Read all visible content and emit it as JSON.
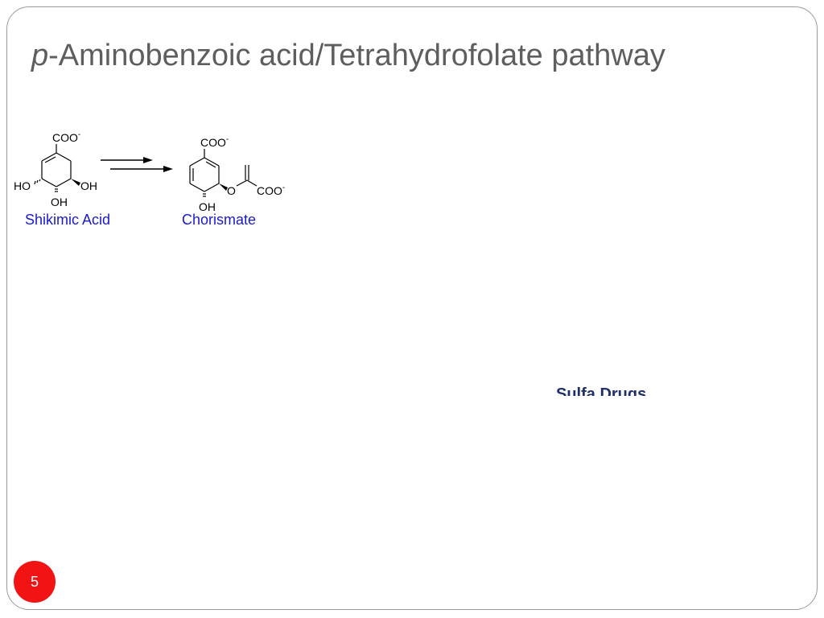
{
  "slide": {
    "title_italic": "p",
    "title_rest": "-Aminobenzoic acid/Tetrahydrofolate pathway",
    "page_number": "5"
  },
  "shikimic_acid": {
    "name": "Shikimic Acid",
    "carboxylate": "COO",
    "charge": "-",
    "left_hydroxyl": "HO",
    "right_hydroxyl": "OH",
    "bottom_hydroxyl": "OH"
  },
  "chorismate": {
    "name": "Chorismate",
    "carboxylate": "COO",
    "charge": "-",
    "ether_oxygen": "O",
    "side_carboxylate": "COO",
    "side_charge": "-",
    "bottom_hydroxyl": "OH"
  },
  "sulfa_label": "Sulfa Drugs"
}
